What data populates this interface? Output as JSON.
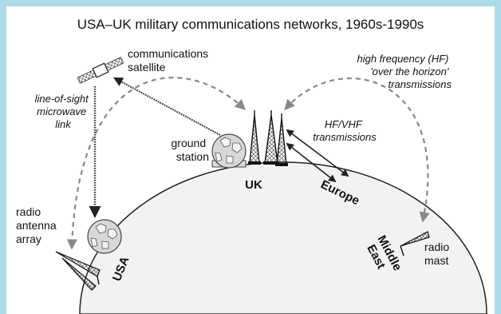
{
  "title": "USA–UK military communications networks, 1960s-1990s",
  "labels": {
    "satellite": [
      "communications",
      "satellite"
    ],
    "microwave": [
      "line-of-sight",
      "microwave",
      "link"
    ],
    "hf": [
      "high frequency (HF)",
      "'over the horizon'",
      "transmissions"
    ],
    "hf_vhf": [
      "HF/VHF",
      "transmissions"
    ],
    "ground_station": [
      "ground",
      "station"
    ],
    "uk": "UK",
    "europe": "Europe",
    "usa": "USA",
    "middle_east": [
      "Middle",
      "East"
    ],
    "radio_array": [
      "radio",
      "antenna",
      "array"
    ],
    "radio_mast": [
      "radio",
      "mast"
    ]
  },
  "icons": {
    "satellite": "satellite-icon",
    "dome": "radome-icon",
    "tower": "radio-tower-icon",
    "array": "antenna-array-icon",
    "mast": "radio-mast-icon"
  },
  "colors": {
    "background": "#acdbe8",
    "panel": "#ffffff",
    "globe_fill": "#f2f2f2",
    "globe_stroke": "#222222",
    "dashed_arrow": "#888888",
    "text": "#111111"
  }
}
